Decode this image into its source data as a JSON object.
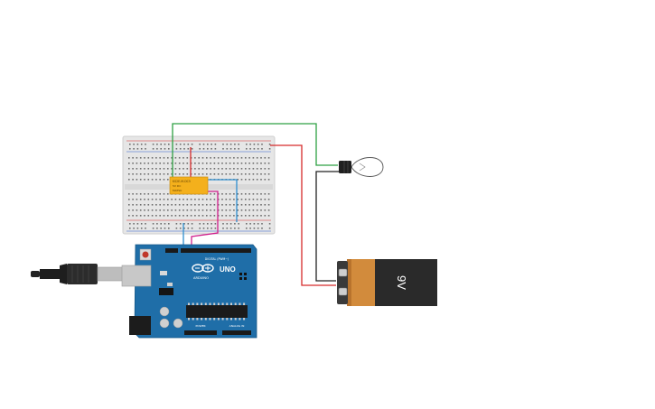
{
  "scene": {
    "components": {
      "relay": {
        "part": "KS2E-M-DC5",
        "line2": "5V DC",
        "line3": "MATSU"
      },
      "arduino": {
        "brand": "ARDUINO",
        "model": "UNO",
        "header_top": "DIGITAL (PWM~)",
        "header_power": "POWER",
        "header_analog": "ANALOG IN"
      },
      "battery": {
        "label": "9V"
      },
      "bulb": {
        "name": "light bulb"
      },
      "breadboard": {
        "name": "breadboard"
      },
      "usb_cable": {
        "name": "usb cable"
      }
    },
    "wires": [
      {
        "name": "green-wire",
        "color": "#2ea043"
      },
      {
        "name": "red-wire",
        "color": "#d62b2b"
      },
      {
        "name": "black-wire",
        "color": "#222222"
      },
      {
        "name": "blue-wire",
        "color": "#2f8fd0"
      },
      {
        "name": "magenta-wire",
        "color": "#d01f8c"
      }
    ],
    "colors": {
      "arduino_board": "#1f6ea8",
      "relay_body": "#f4b01c",
      "battery_label": "#d28b3c",
      "battery_body": "#2a2a2a",
      "breadboard": "#e7e7e7"
    }
  }
}
